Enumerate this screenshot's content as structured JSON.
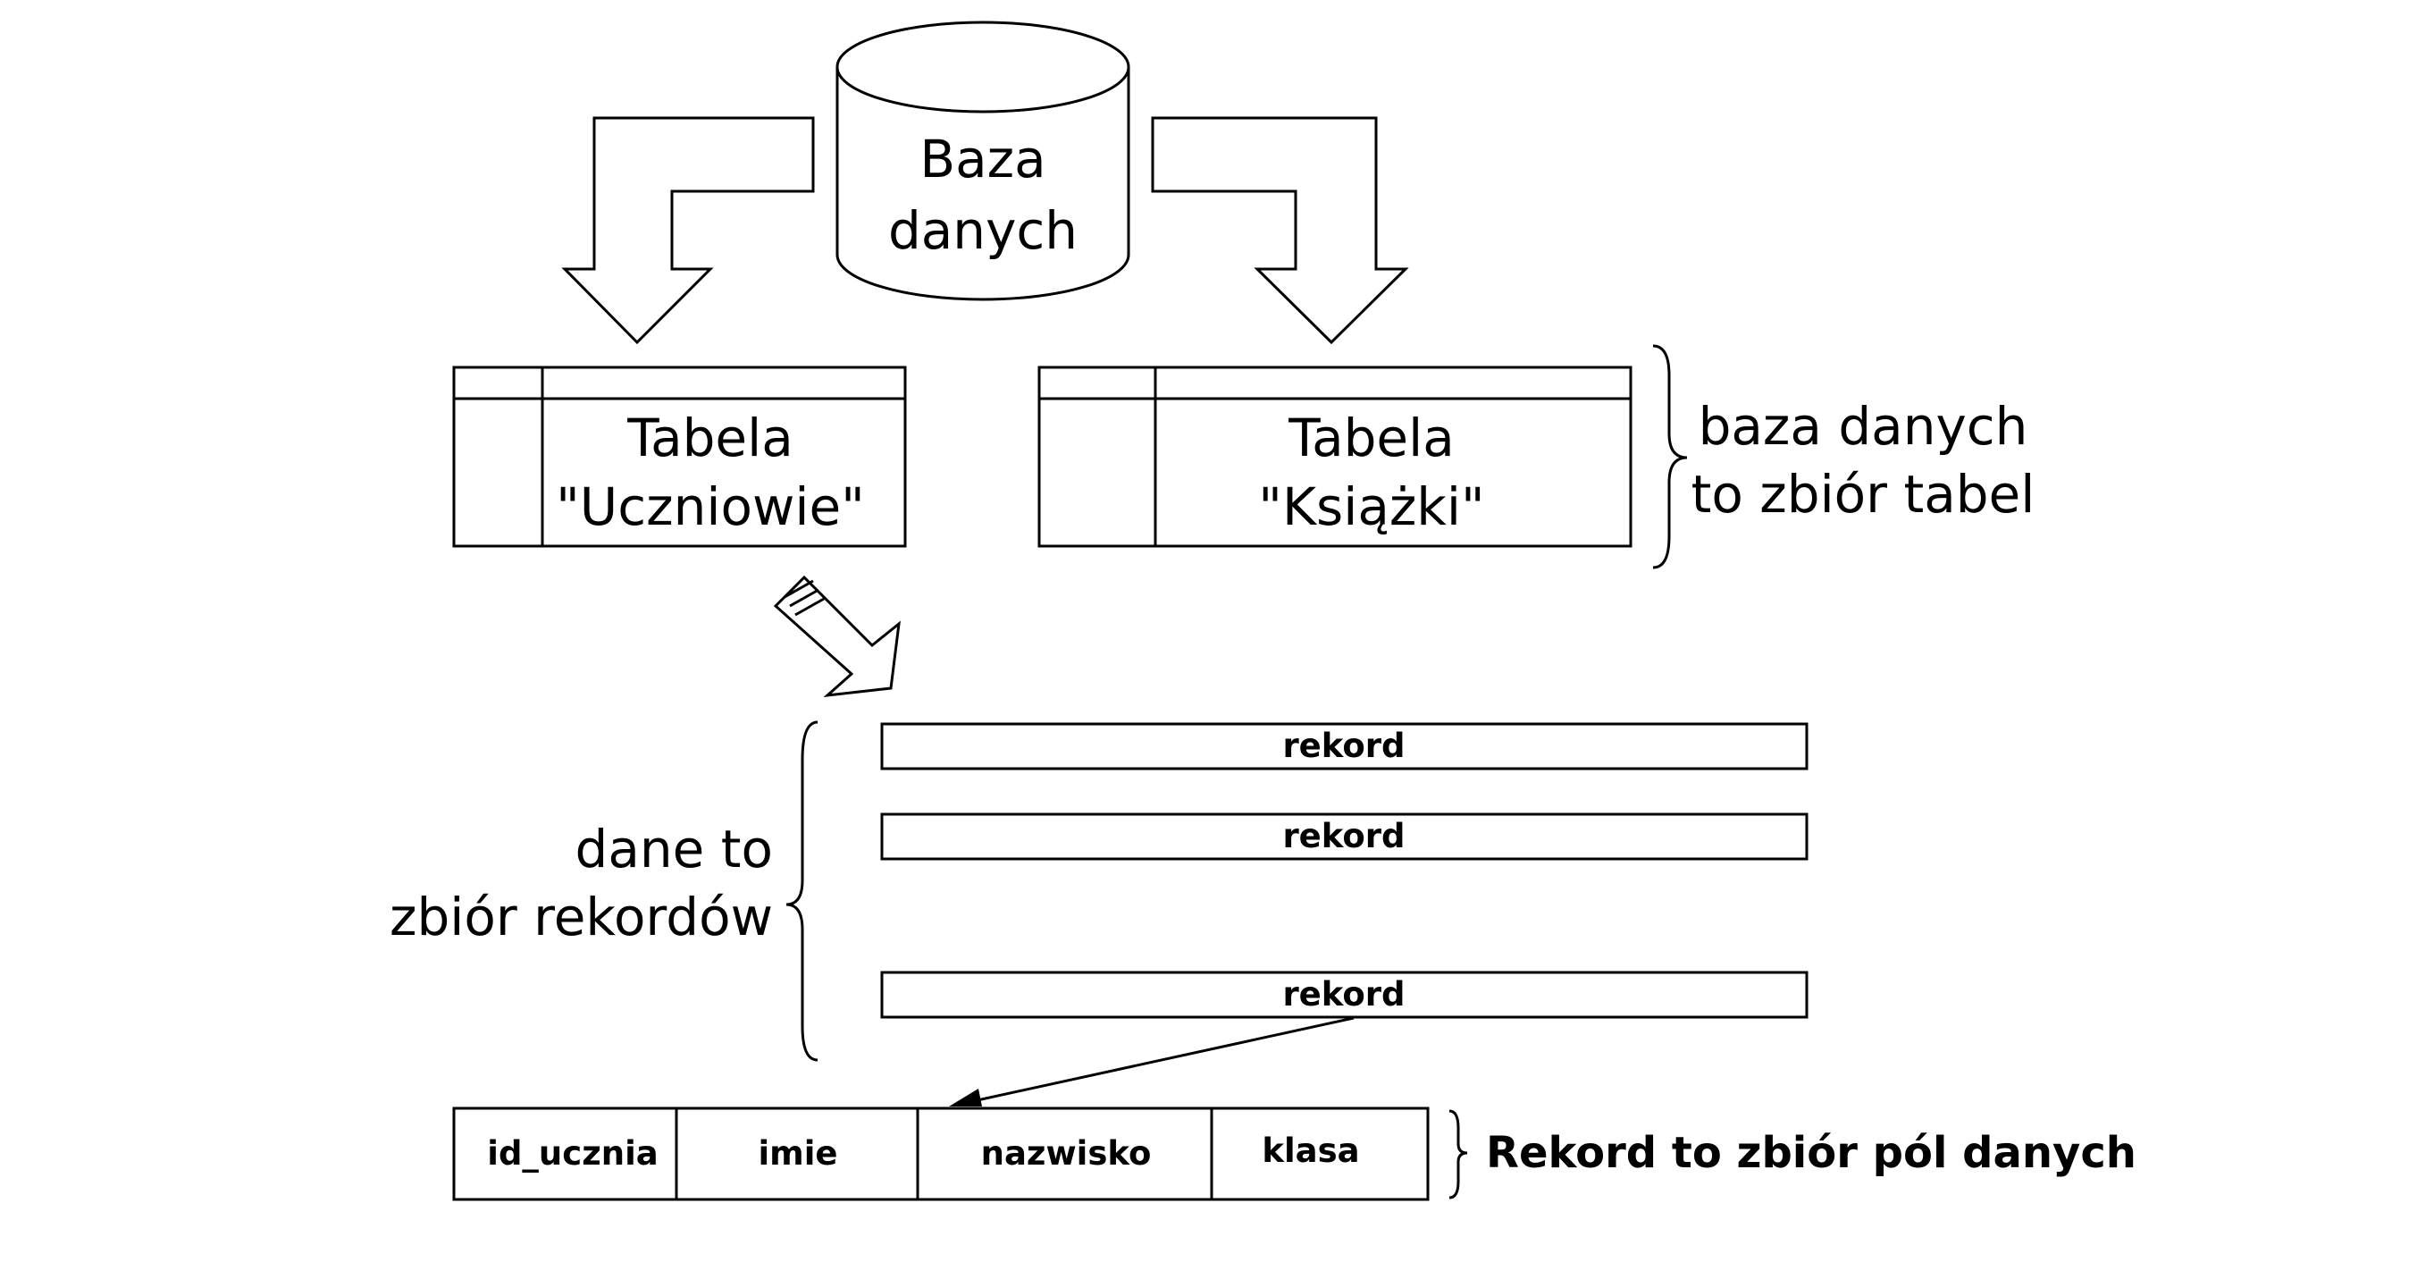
{
  "database": {
    "line1": "Baza",
    "line2": "danych"
  },
  "tables": [
    {
      "line1": "Tabela",
      "line2": "\"Uczniowie\""
    },
    {
      "line1": "Tabela",
      "line2": "\"Książki\""
    }
  ],
  "table_note": {
    "line1": "baza danych",
    "line2": "to zbiór tabel"
  },
  "records": [
    "rekord",
    "rekord",
    "rekord"
  ],
  "records_note": {
    "line1": "dane to",
    "line2": "zbiór rekordów"
  },
  "fields": [
    "id_ucznia",
    "imie",
    "nazwisko",
    "klasa"
  ],
  "fields_note": "Rekord to zbiór pól danych"
}
